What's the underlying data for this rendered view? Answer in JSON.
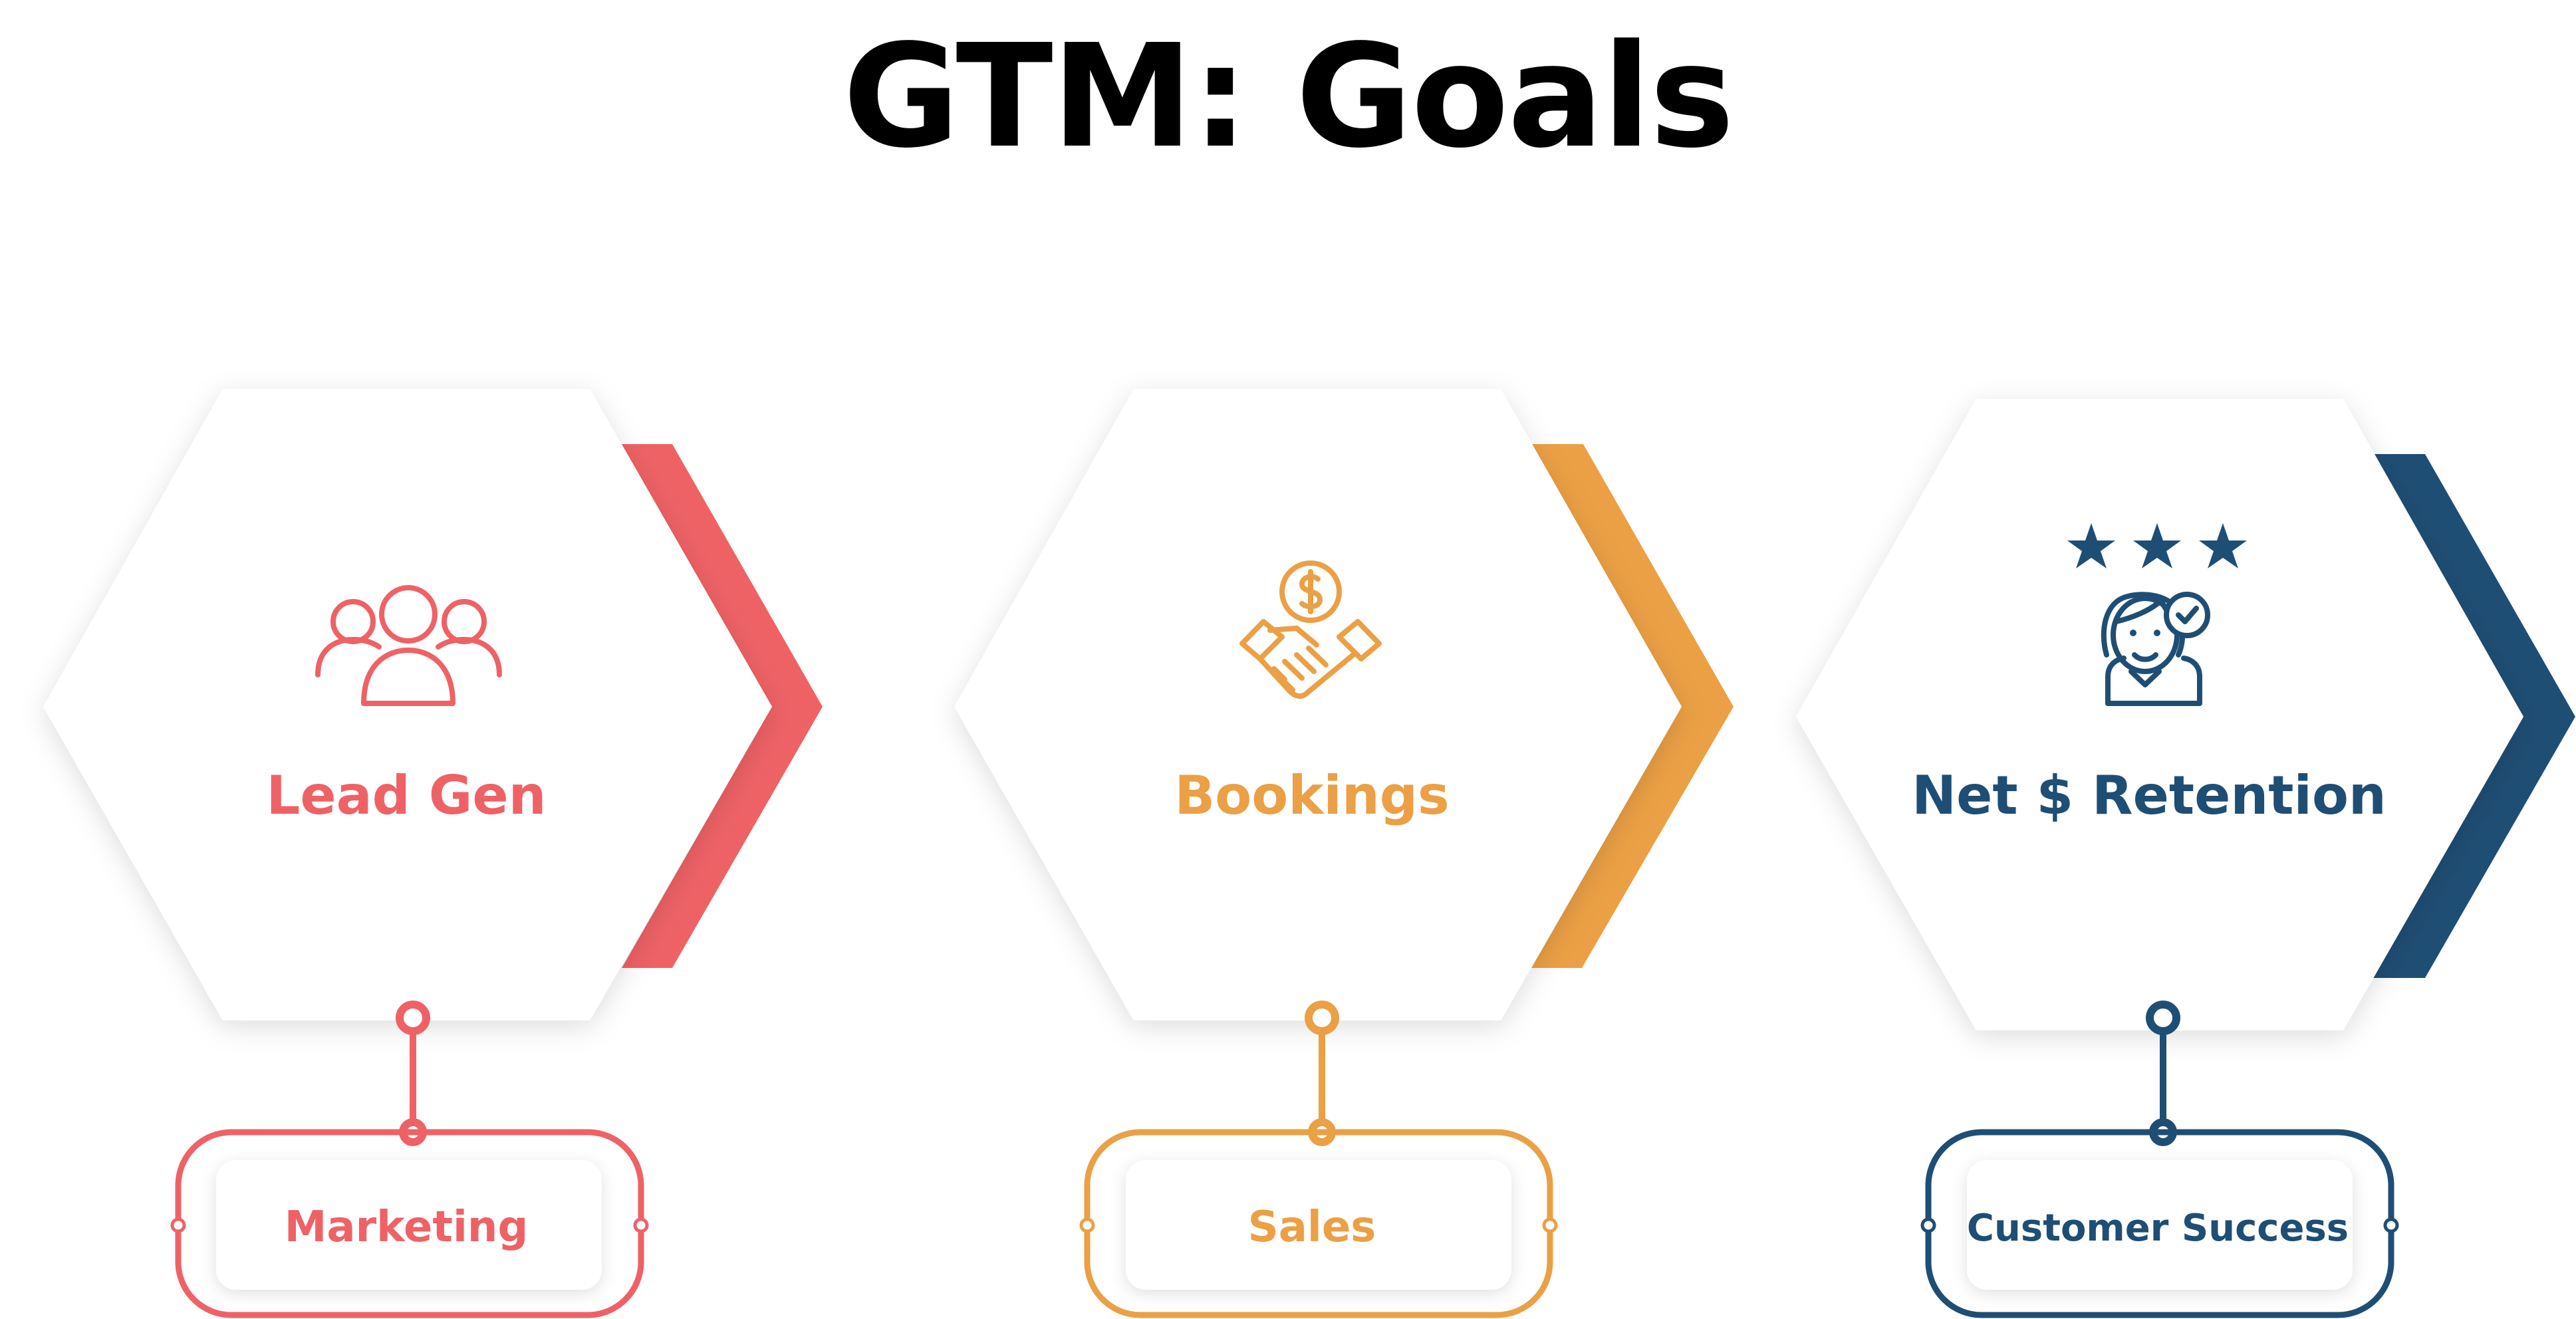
{
  "title": "GTM: Goals",
  "goals": [
    {
      "goal": "Lead Gen",
      "team": "Marketing",
      "color": "#ee6266",
      "icon": "users-group-icon"
    },
    {
      "goal": "Bookings",
      "team": "Sales",
      "color": "#eba045",
      "icon": "handshake-dollar-icon"
    },
    {
      "goal": "Net $ Retention",
      "team": "Customer Success",
      "color": "#1f4e74",
      "icon": "customer-rating-icon"
    }
  ]
}
